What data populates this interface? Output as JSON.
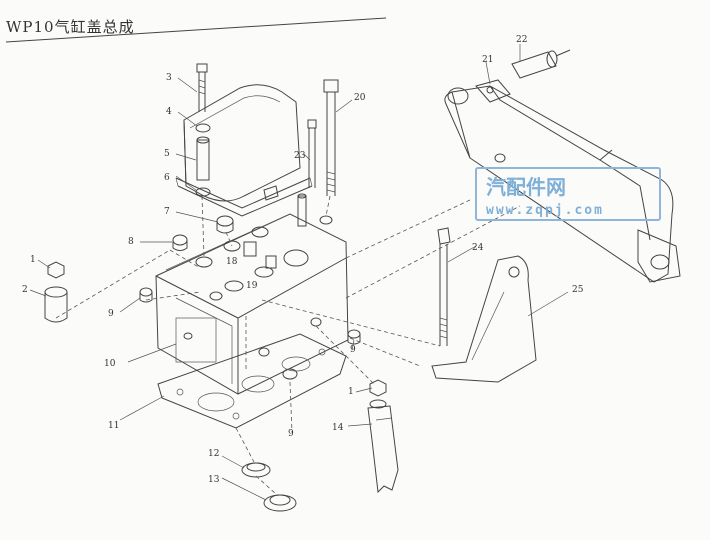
{
  "title": "WP10气缸盖总成",
  "watermark": {
    "cn": "汽配件网",
    "url": "www.zqpj.com",
    "color": "#7fb0d8"
  },
  "part_labels": [
    "1",
    "2",
    "3",
    "4",
    "5",
    "6",
    "7",
    "8",
    "9",
    "10",
    "11",
    "12",
    "13",
    "14",
    "18",
    "19",
    "20",
    "21",
    "22",
    "23",
    "24",
    "25",
    "1",
    "9",
    "9"
  ]
}
